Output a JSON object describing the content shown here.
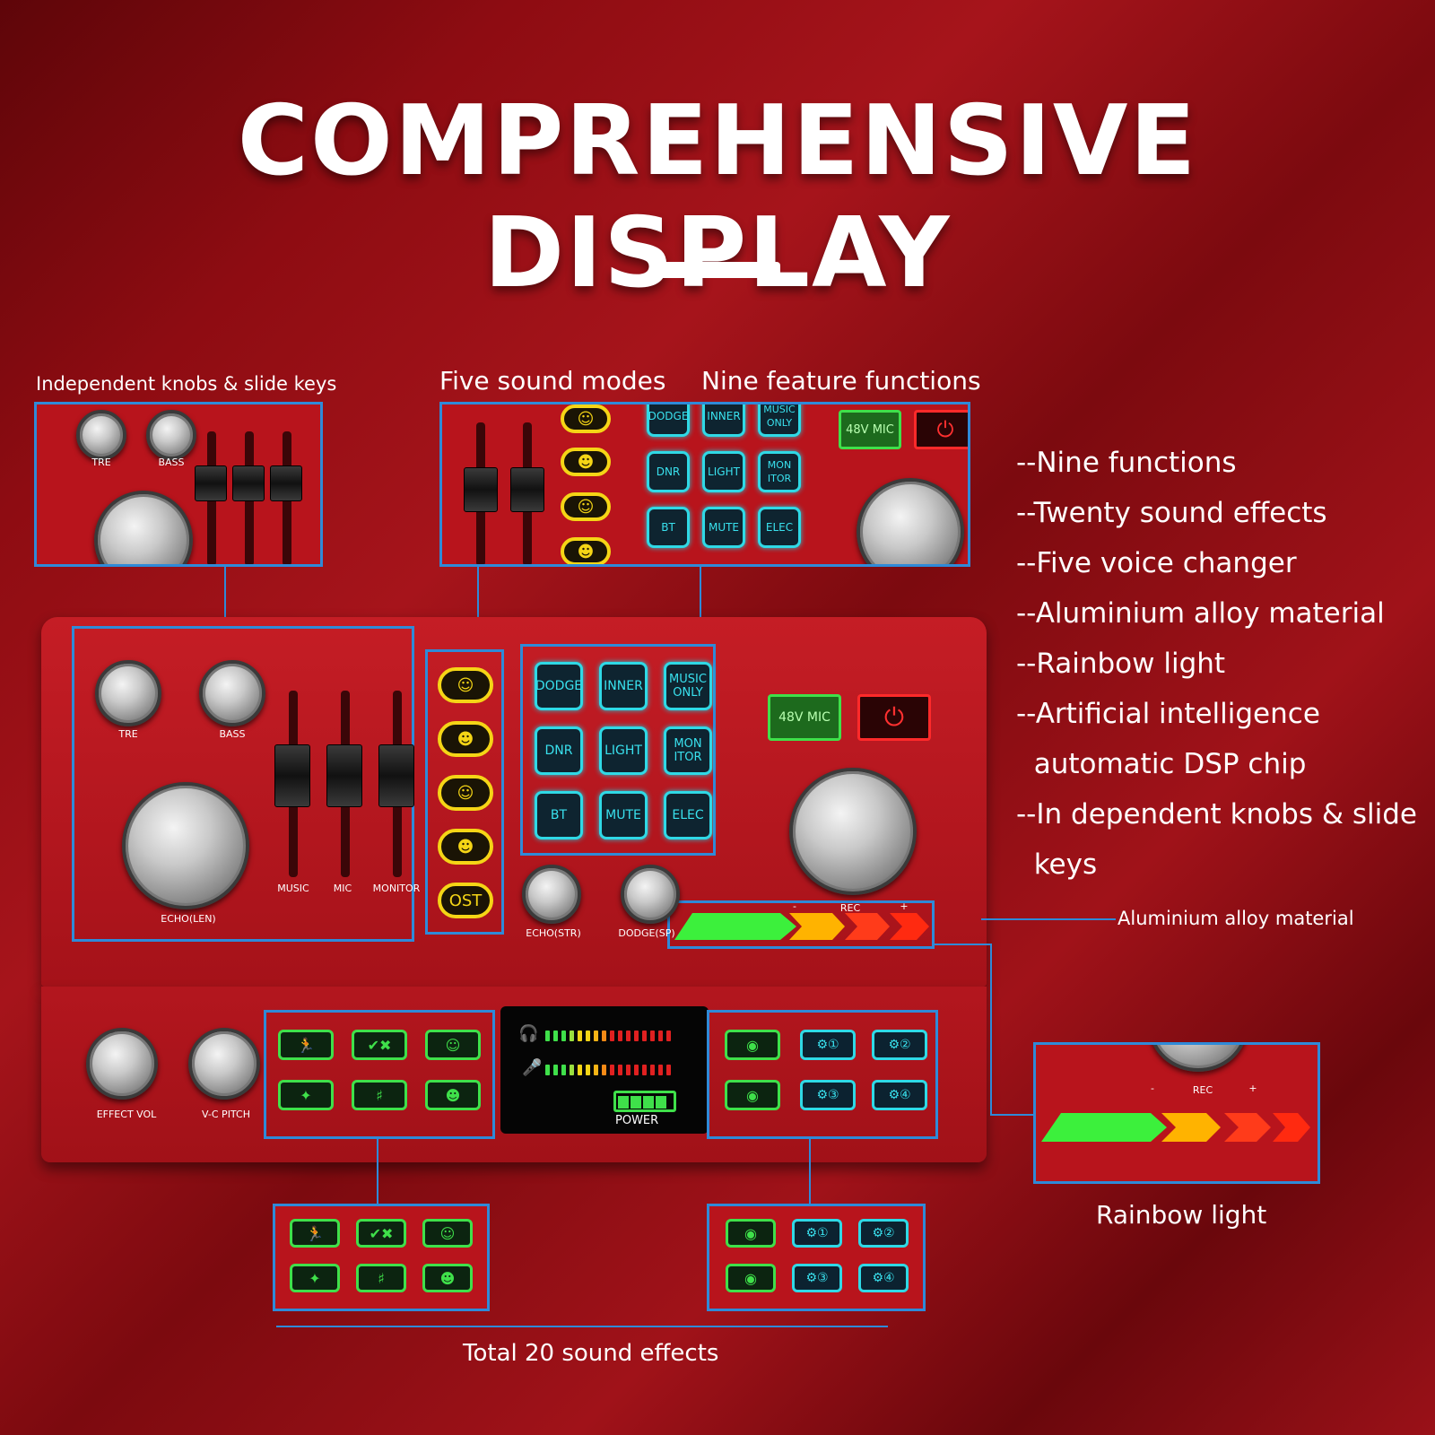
{
  "title": "COMPREHENSIVE DISPLAY",
  "callouts": {
    "independent": "Independent knobs & slide keys",
    "five_modes": "Five sound modes",
    "nine_functions": "Nine feature functions",
    "aluminium": "Aluminium alloy material",
    "rainbow": "Rainbow light",
    "total_effects": "Total 20 sound effects"
  },
  "features": [
    "--Nine functions",
    "--Twenty sound effects",
    "--Five voice changer",
    "--Aluminium alloy material",
    "--Rainbow light",
    "--Artificial intelligence",
    "  automatic DSP chip",
    "--In dependent knobs & slide",
    "  keys"
  ],
  "device": {
    "knobs": {
      "tre": "TRE",
      "bass": "BASS",
      "echo_len": "ECHO(LEN)",
      "echo_str": "ECHO(STR)",
      "dodge_sp": "DODGE(SP)",
      "rec": "REC",
      "minus": "-",
      "plus": "+",
      "effect_vol": "EFFECT VOL",
      "vc_pitch": "V-C PITCH"
    },
    "faders": [
      "MUSIC",
      "MIC",
      "MONITOR"
    ],
    "mode_last": "OST",
    "functions": [
      "DODGE",
      "INNER",
      "MUSIC ONLY",
      "DNR",
      "LIGHT",
      "MON ITOR",
      "BT",
      "MUTE",
      "ELEC"
    ],
    "btn_48v": "48V MIC",
    "power_label": "POWER",
    "accent_cyan": "#2fd9e6",
    "accent_yellow": "#f5d516",
    "accent_green": "#3fe04a",
    "callout_blue": "#2f8ad8"
  }
}
